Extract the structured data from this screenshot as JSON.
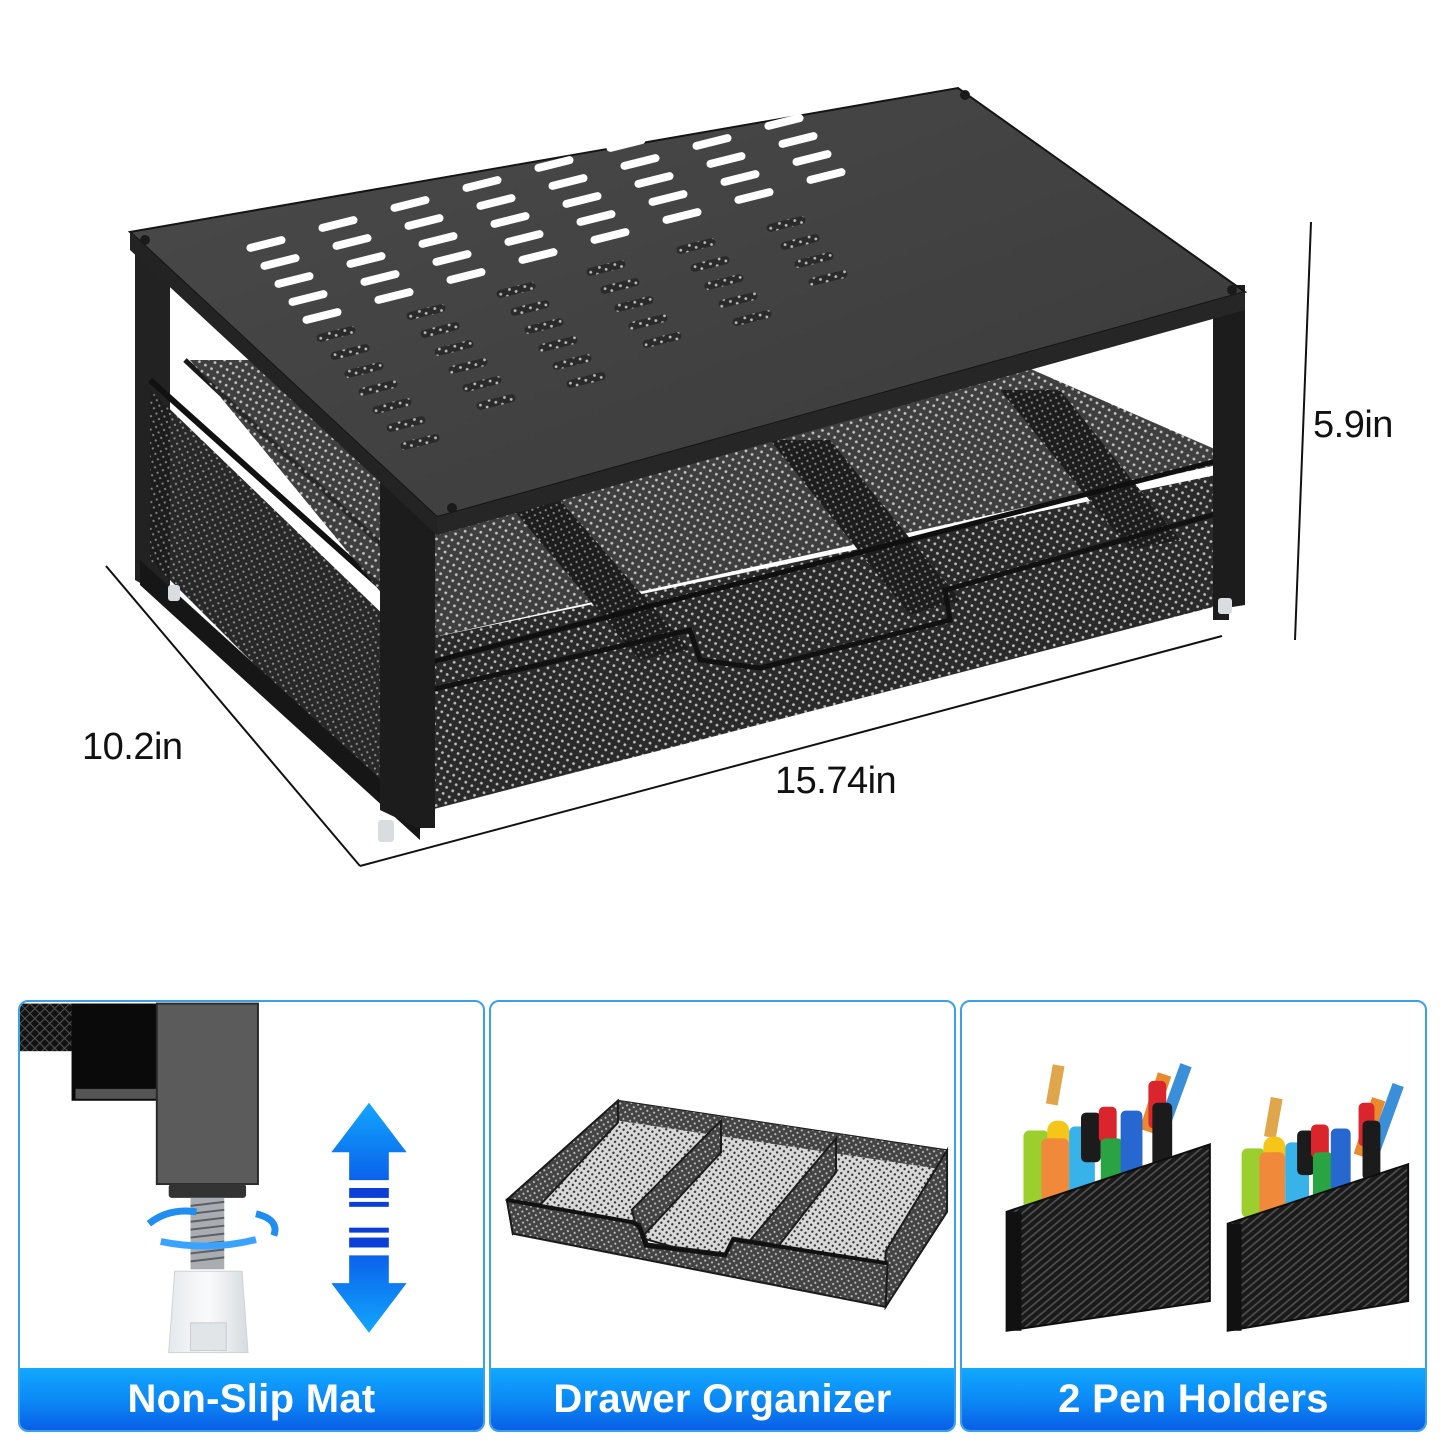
{
  "product": {
    "name": "Desk organizer shelf with mesh drawer",
    "colors": {
      "metal": "#3f3f3f",
      "metal_dark": "#1b1b1b",
      "mesh": "#2a2a2a",
      "accent_blue": "#0b87f5",
      "panel_border": "#3aa0e8"
    }
  },
  "dimensions": {
    "depth": "10.2in",
    "width": "15.74in",
    "height": "5.9in"
  },
  "features": [
    {
      "label": "Non-Slip Mat",
      "icon": "adjustable-foot-icon"
    },
    {
      "label": "Drawer Organizer",
      "icon": "mesh-tray-icon"
    },
    {
      "label": "2 Pen Holders",
      "icon": "pen-holder-icon"
    }
  ]
}
